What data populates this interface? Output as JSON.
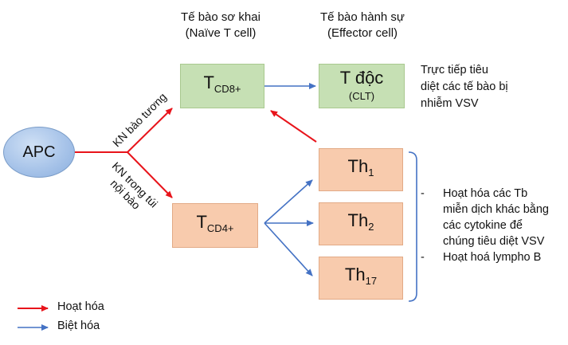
{
  "headers": {
    "naive_line1": "Tế bào sơ khai",
    "naive_line2": "(Naïve T cell)",
    "effector_line1": "Tế bào hành sự",
    "effector_line2": "(Effector cell)"
  },
  "nodes": {
    "apc": "APC",
    "cd8_main": "T",
    "cd8_sub": "CD8+",
    "tdoc_main": "T độc",
    "tdoc_sub": "(CLT)",
    "cd4_main": "T",
    "cd4_sub": "CD4+",
    "th1_main": "Th",
    "th1_sub": "1",
    "th2_main": "Th",
    "th2_sub": "2",
    "th17_main": "Th",
    "th17_sub": "17"
  },
  "edge_labels": {
    "upper": "KN bào tương",
    "lower_line1": "KN trong túi",
    "lower_line2": "nội bào"
  },
  "descriptions": {
    "tdoc_line1": "Trực tiếp tiêu",
    "tdoc_line2": "diệt các tế bào bị",
    "tdoc_line3": "nhiễm VSV",
    "bullet1_line1": "Hoạt hóa các Tb",
    "bullet1_line2": "miễn dịch khác bằng",
    "bullet1_line3": "các cytokine để",
    "bullet1_line4": "chúng tiêu diệt VSV",
    "bullet2": "Hoạt hoá lympho B",
    "dash": "-"
  },
  "legend": {
    "activation": "Hoạt hóa",
    "differentiation": "Biệt hóa"
  },
  "colors": {
    "activation_arrow": "#e8141b",
    "differentiation_arrow": "#4472c4",
    "naive_cd8_fill": "#c6e0b4",
    "cd4_fill": "#f8cbad",
    "apc_fill": "#a8c4e9"
  }
}
